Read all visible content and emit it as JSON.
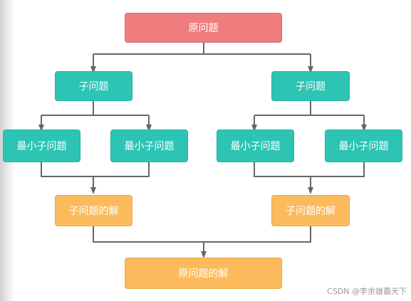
{
  "nodes": {
    "root": "原问题",
    "left_sub": "子问题",
    "right_sub": "子问题",
    "ll_min": "最小子问题",
    "lr_min": "最小子问题",
    "rl_min": "最小子问题",
    "rr_min": "最小子问题",
    "left_sol": "子问题的解",
    "right_sol": "子问题的解",
    "final_sol": "原问题的解"
  },
  "watermark": "CSDN @李余雄霸天下",
  "colors": {
    "root": "#ef7d7d",
    "subproblem": "#2ec4b4",
    "solution": "#fbbb5c",
    "connector": "#666666"
  }
}
